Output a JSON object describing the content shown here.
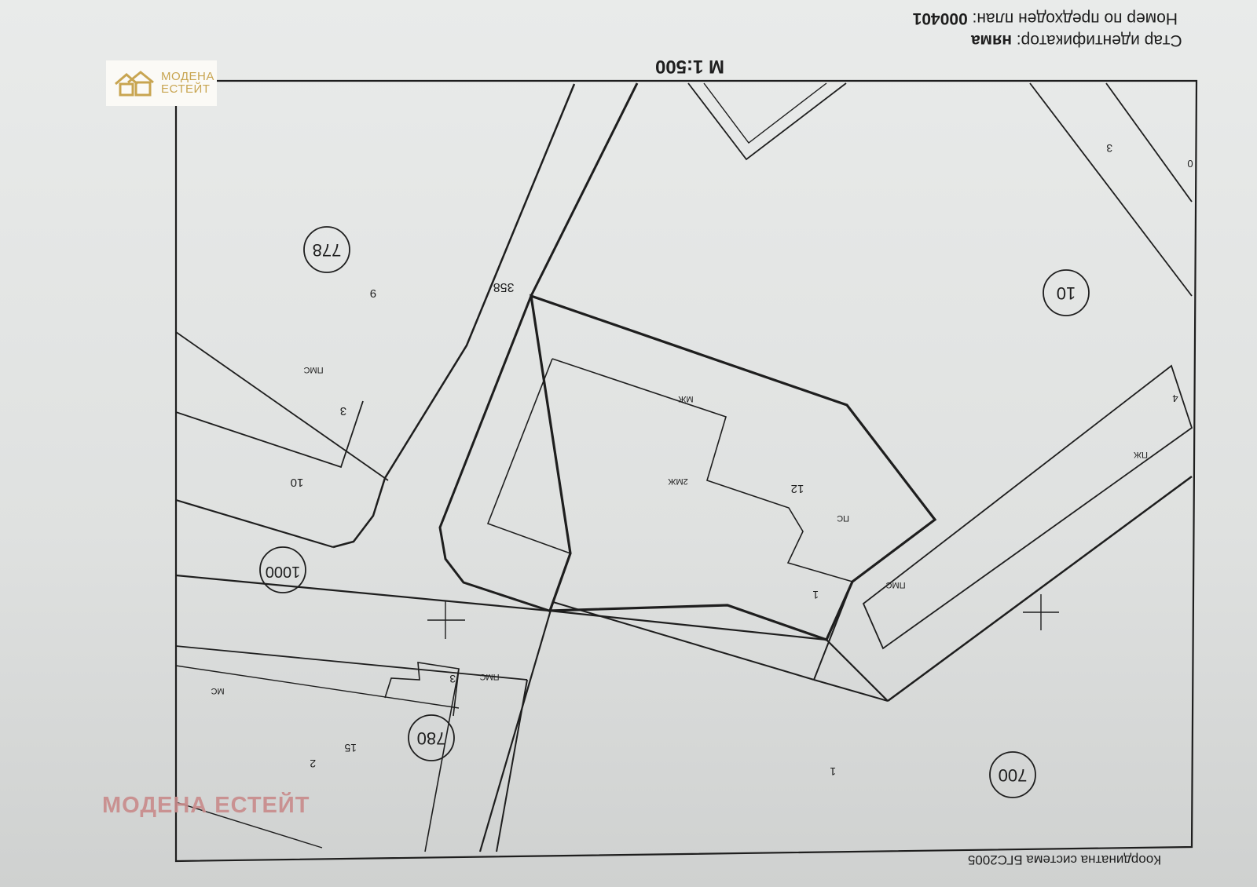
{
  "header": {
    "old_identifier_prefix": "Стар идентификатор: ",
    "old_identifier_value": "няма",
    "previous_plan_prefix": "Номер по предходен план: ",
    "previous_plan_value": "000401",
    "scale": "М 1:500"
  },
  "footer": {
    "coordinate_system": "Координатна система БГС2005"
  },
  "map": {
    "zones": [
      "778",
      "10",
      "1000",
      "780",
      "700"
    ],
    "parcels": [
      "9",
      "3",
      "10",
      "358",
      "12",
      "1",
      "3",
      "15",
      "2",
      "1",
      "3",
      "0",
      "4"
    ],
    "buildings": [
      "МЖ",
      "2МЖ",
      "ПС",
      "ПМС",
      "ПМС",
      "ПМС",
      "МС",
      "ПЖ"
    ]
  },
  "logo": {
    "line1": "МОДЕНА",
    "line2": "ЕСТЕЙТ"
  },
  "watermark": "МОДЕНА ЕСТЕЙТ",
  "colors": {
    "ink": "#1e1e1e",
    "logo_gold": "#c8a551",
    "watermark": "#c98a8a"
  }
}
